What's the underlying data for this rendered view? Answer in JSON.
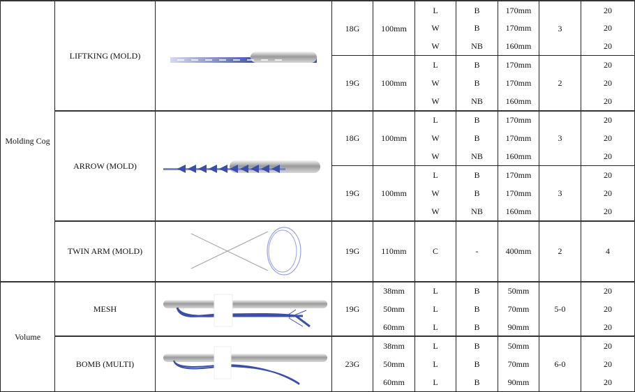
{
  "groups": [
    {
      "category": "Molding Cog",
      "products": [
        {
          "name": "LIFTKING  (MOLD)",
          "image": "liftking-thread-icon",
          "variants": [
            {
              "gauge": "18G",
              "length": "100mm",
              "count": "3",
              "rows": [
                {
                  "type": "L",
                  "end": "B",
                  "total": "170mm",
                  "qty": "20"
                },
                {
                  "type": "W",
                  "end": "B",
                  "total": "170mm",
                  "qty": "20"
                },
                {
                  "type": "W",
                  "end": "NB",
                  "total": "160mm",
                  "qty": "20"
                }
              ]
            },
            {
              "gauge": "19G",
              "length": "100mm",
              "count": "2",
              "rows": [
                {
                  "type": "L",
                  "end": "B",
                  "total": "170mm",
                  "qty": "20"
                },
                {
                  "type": "W",
                  "end": "B",
                  "total": "170mm",
                  "qty": "20"
                },
                {
                  "type": "W",
                  "end": "NB",
                  "total": "160mm",
                  "qty": "20"
                }
              ]
            }
          ]
        },
        {
          "name": "ARROW (MOLD)",
          "image": "arrow-thread-icon",
          "variants": [
            {
              "gauge": "18G",
              "length": "100mm",
              "count": "3",
              "rows": [
                {
                  "type": "L",
                  "end": "B",
                  "total": "170mm",
                  "qty": "20"
                },
                {
                  "type": "W",
                  "end": "B",
                  "total": "170mm",
                  "qty": "20"
                },
                {
                  "type": "W",
                  "end": "NB",
                  "total": "160mm",
                  "qty": "20"
                }
              ]
            },
            {
              "gauge": "19G",
              "length": "100mm",
              "count": "3",
              "rows": [
                {
                  "type": "L",
                  "end": "B",
                  "total": "170mm",
                  "qty": "20"
                },
                {
                  "type": "W",
                  "end": "B",
                  "total": "170mm",
                  "qty": "20"
                },
                {
                  "type": "W",
                  "end": "NB",
                  "total": "160mm",
                  "qty": "20"
                }
              ]
            }
          ]
        },
        {
          "name": "TWIN ARM (MOLD)",
          "image": "twin-arm-thread-icon",
          "variants": [
            {
              "gauge": "19G",
              "length": "110mm",
              "count": "2",
              "tall": true,
              "rows": [
                {
                  "type": "C",
                  "end": "-",
                  "total": "400mm",
                  "qty": "4"
                }
              ]
            }
          ]
        }
      ]
    },
    {
      "category": "Volume",
      "products": [
        {
          "name": "MESH",
          "image": "mesh-thread-icon",
          "variants": [
            {
              "gauge": "19G",
              "count": "5-0",
              "rows": [
                {
                  "length": "38mm",
                  "type": "L",
                  "end": "B",
                  "total": "50mm",
                  "qty": "20"
                },
                {
                  "length": "50mm",
                  "type": "L",
                  "end": "B",
                  "total": "70mm",
                  "qty": "20"
                },
                {
                  "length": "60mm",
                  "type": "L",
                  "end": "B",
                  "total": "90mm",
                  "qty": "20"
                }
              ]
            }
          ]
        },
        {
          "name": "BOMB (MULTI)",
          "image": "bomb-thread-icon",
          "variants": [
            {
              "gauge": "23G",
              "count": "6-0",
              "rows": [
                {
                  "length": "38mm",
                  "type": "L",
                  "end": "B",
                  "total": "50mm",
                  "qty": "20"
                },
                {
                  "length": "50mm",
                  "type": "L",
                  "end": "B",
                  "total": "70mm",
                  "qty": "20"
                },
                {
                  "length": "60mm",
                  "type": "L",
                  "end": "B",
                  "total": "90mm",
                  "qty": "20"
                }
              ]
            }
          ]
        }
      ]
    }
  ]
}
